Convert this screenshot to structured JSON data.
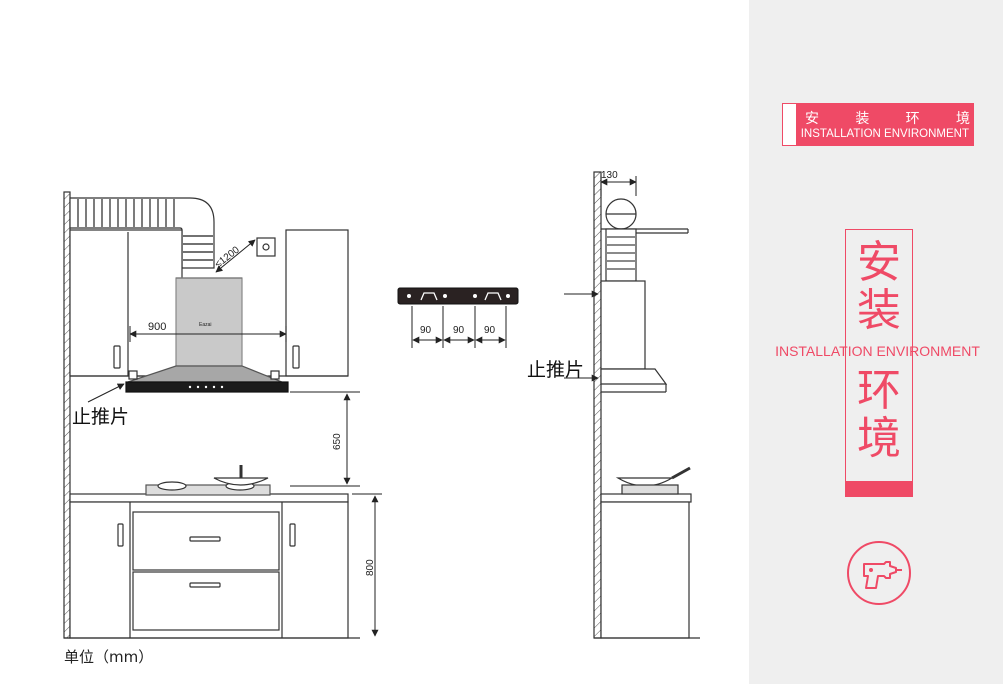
{
  "header": {
    "title_cn": [
      "安",
      "装",
      "环",
      "境"
    ],
    "title_en": "INSTALLATION ENVIRONMENT"
  },
  "side": {
    "chars_top": [
      "安",
      "装"
    ],
    "chars_bottom": [
      "环",
      "境"
    ],
    "label_en": "INSTALLATION ENVIRONMENT",
    "icon": "drill-icon"
  },
  "diagram": {
    "front": {
      "width_dim": "900",
      "diag_dim": "≤1200",
      "height_dim": "650",
      "cabinet_dim": "800",
      "stop_label": "止推片",
      "brand": "Eazai"
    },
    "bracket": {
      "spacing": [
        "90",
        "90",
        "90"
      ]
    },
    "side_view": {
      "depth_dim": "130",
      "stop_label": "止推片"
    },
    "unit": "单位（mm）"
  },
  "colors": {
    "accent": "#ef4a66",
    "sidebar_bg": "#efefef",
    "line": "#333333"
  }
}
